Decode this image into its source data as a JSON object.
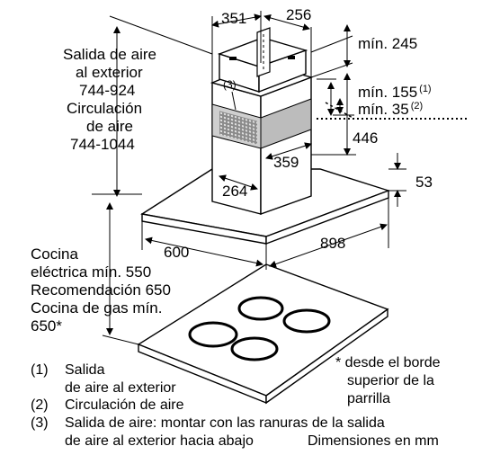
{
  "dims": {
    "width_top": "351",
    "depth_top": "256",
    "min_245": "mín. 245",
    "min_155": "mín. 155",
    "min_155_ref": "(1)",
    "min_35": "mín. 35",
    "min_35_ref": "(2)",
    "d446": "446",
    "d359": "359",
    "d264": "264",
    "d53": "53",
    "d600": "600",
    "d898": "898",
    "callout_3": "(3)"
  },
  "heights": {
    "line1": "Salida de aire",
    "line2": "al exterior",
    "line3": "744-924",
    "line4": "Circulación",
    "line5": "de aire",
    "line6": "744-1044"
  },
  "cooktop": {
    "line1": "Cocina",
    "line2": "eléctrica mín. 550",
    "line3": "Recomendación 650",
    "line4": "Cocina de gas mín.",
    "line5": "650*"
  },
  "footnote": {
    "line1": "* desde el borde",
    "line2": "superior de la",
    "line3": "parrilla"
  },
  "legend": [
    {
      "num": "(1)",
      "text": "Salida"
    },
    {
      "num": "",
      "text": "de aire al exterior"
    },
    {
      "num": "(2)",
      "text": "Circulación de aire"
    },
    {
      "num": "(3)",
      "text": "Salida de aire: montar con las ranuras de la salida"
    },
    {
      "num": "",
      "text": "de aire al exterior hacia abajo"
    }
  ],
  "units_note": "Dimensiones en mm"
}
